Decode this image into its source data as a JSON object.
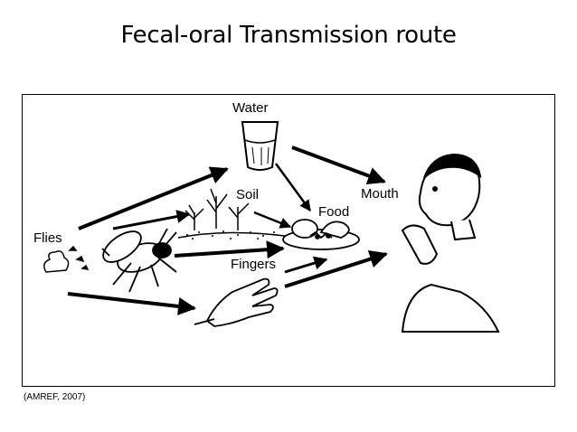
{
  "title": "Fecal-oral Transmission route",
  "labels": {
    "water": "Water",
    "soil": "Soil",
    "food": "Food",
    "mouth": "Mouth",
    "flies": "Flies",
    "fingers": "Fingers"
  },
  "citation": "(AMREF, 2007)"
}
